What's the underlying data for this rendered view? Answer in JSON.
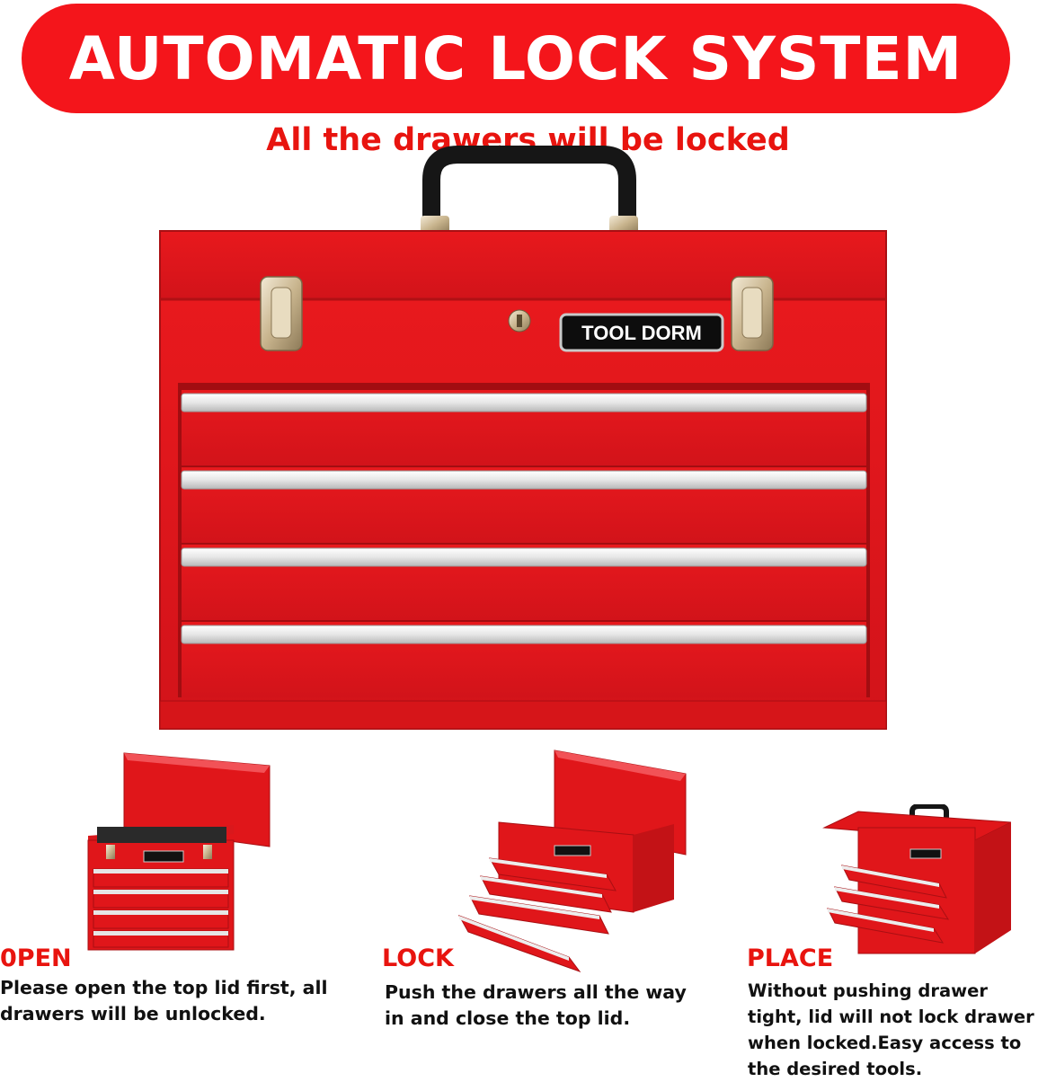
{
  "banner": {
    "title": "AUTOMATIC LOCK SYSTEM"
  },
  "subtitle": "All the drawers will be locked",
  "brand": {
    "logo_text": "TOOL DORM"
  },
  "colors": {
    "accent": "#f4151b",
    "chest_red": "#e0161a",
    "chest_dark": "#b80f13",
    "handle": "#1a1a1a",
    "latch": "#d9c9a8"
  },
  "hero": {
    "drawer_count": 4
  },
  "steps": [
    {
      "title": "0PEN",
      "lines": [
        "Please open the top lid first, all",
        "drawers will be unlocked."
      ]
    },
    {
      "title": "LOCK",
      "lines": [
        "Push the drawers all the way",
        "in and close the top lid."
      ]
    },
    {
      "title": "PLACE",
      "lines": [
        "Without pushing drawer",
        "tight, lid will not lock drawer",
        "when locked.Easy access to",
        "the desired tools."
      ]
    }
  ]
}
